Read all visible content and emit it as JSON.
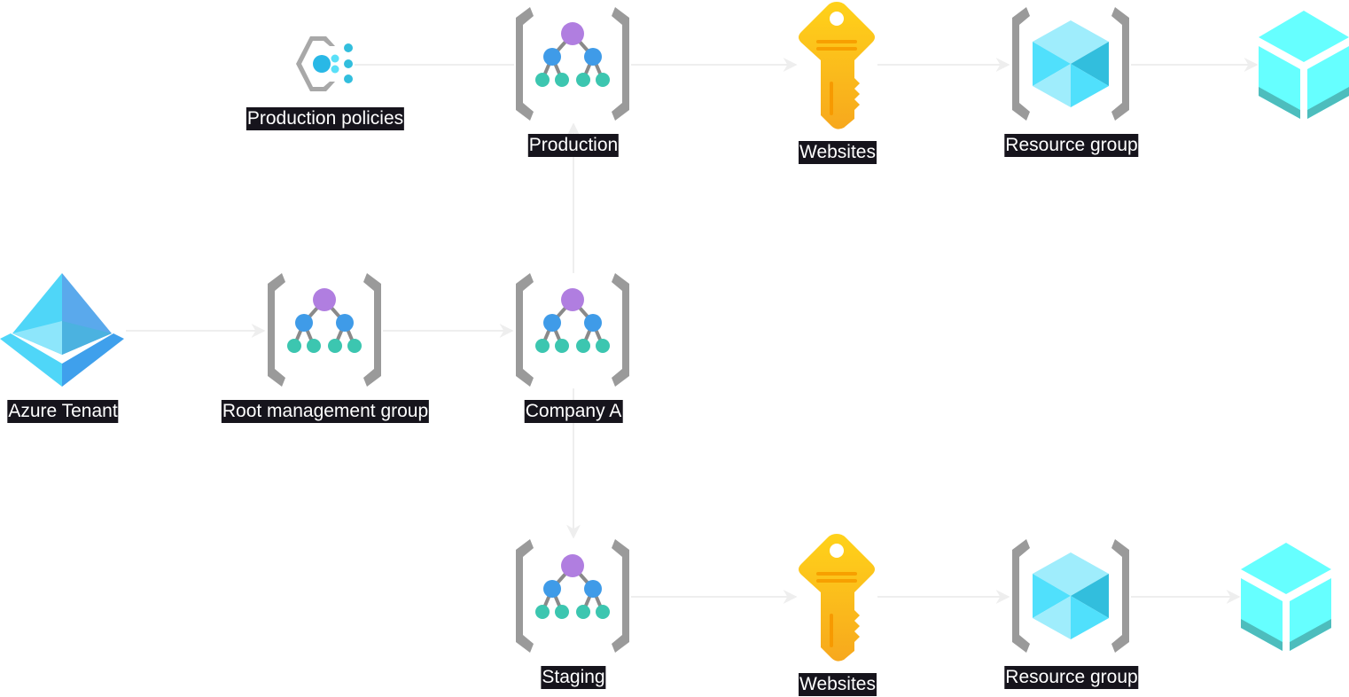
{
  "diagram": {
    "nodes": [
      {
        "id": "policies",
        "label": "Production policies",
        "icon": "policy-icon"
      },
      {
        "id": "production",
        "label": "Production",
        "icon": "management-group-icon"
      },
      {
        "id": "websites_prod",
        "label": "Websites",
        "icon": "subscription-key-icon"
      },
      {
        "id": "rg_prod",
        "label": "Resource group",
        "icon": "resource-group-icon"
      },
      {
        "id": "res_prod",
        "label": "",
        "icon": "resource-cube-icon"
      },
      {
        "id": "tenant",
        "label": "Azure Tenant",
        "icon": "azure-ad-icon"
      },
      {
        "id": "root",
        "label": "Root management group",
        "icon": "management-group-icon"
      },
      {
        "id": "company",
        "label": "Company A",
        "icon": "management-group-icon"
      },
      {
        "id": "staging",
        "label": "Staging",
        "icon": "management-group-icon"
      },
      {
        "id": "websites_stg",
        "label": "Websites",
        "icon": "subscription-key-icon"
      },
      {
        "id": "rg_stg",
        "label": "Resource group",
        "icon": "resource-group-icon"
      },
      {
        "id": "res_stg",
        "label": "",
        "icon": "resource-cube-icon"
      }
    ],
    "edges": [
      {
        "from": "policies",
        "to": "production",
        "arrow": false
      },
      {
        "from": "production",
        "to": "websites_prod",
        "arrow": true
      },
      {
        "from": "websites_prod",
        "to": "rg_prod",
        "arrow": true
      },
      {
        "from": "rg_prod",
        "to": "res_prod",
        "arrow": true
      },
      {
        "from": "tenant",
        "to": "root",
        "arrow": true
      },
      {
        "from": "root",
        "to": "company",
        "arrow": true
      },
      {
        "from": "company",
        "to": "production",
        "arrow": true
      },
      {
        "from": "company",
        "to": "staging",
        "arrow": true
      },
      {
        "from": "staging",
        "to": "websites_stg",
        "arrow": true
      },
      {
        "from": "websites_stg",
        "to": "rg_stg",
        "arrow": true
      },
      {
        "from": "rg_stg",
        "to": "res_stg",
        "arrow": true
      }
    ],
    "colors": {
      "edge": "#eeeeee",
      "label_bg": "#16141c",
      "label_text": "#ffffff",
      "bracket": "#9a9a9a",
      "mg_top": "#b07ee0",
      "mg_mid": "#3f9be8",
      "mg_leaf": "#3cc6b0",
      "key": "#fdc70c",
      "cube_light": "#9fedfc",
      "cube_mid": "#50e0fc",
      "cube_dark": "#32bedd",
      "resource": "#66ffff",
      "resource_base": "#4dbdbd"
    }
  }
}
